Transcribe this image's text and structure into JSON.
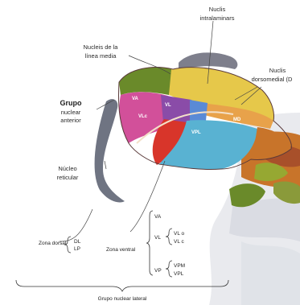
{
  "labels": {
    "nuclis_intralaminars": [
      "Nuclis",
      "intralaminars"
    ],
    "nucli_linia_media": [
      "Nucleis de la",
      "línea media"
    ],
    "nuclis_dorsomedial": [
      "Nuclis",
      "dorsomedial (D"
    ],
    "grupo_nuclear_anterior": [
      "Grupo",
      "nuclear",
      "anterior"
    ],
    "nucleo_reticular": [
      "Núcleo",
      "reticular"
    ],
    "zona_dorsal": "Zona dorsal",
    "zona_ventral": "Zona ventral",
    "dorsal_pair": [
      "DL",
      "LP"
    ],
    "ventral_groups": {
      "top": "VA",
      "middle": "VL",
      "middle_sub": [
        "VL o",
        "VL c"
      ],
      "bottom": "VP",
      "bottom_sub": [
        "VPM",
        "VPL"
      ]
    },
    "bottom_caption": "Grupo nuclear lateral"
  },
  "region_labels": {
    "va": "VA",
    "vl": "VL",
    "vlc": "VLc",
    "vpl": "VPL",
    "md": "MD"
  },
  "colors": {
    "green": "#6a8a2a",
    "yellow": "#e6c84a",
    "pink": "#d2509a",
    "purple": "#8a4ca8",
    "red": "#d8352a",
    "cyan": "#59b2d2",
    "blue": "#5a8ad6",
    "orange_brown": "#c8742a",
    "reticular": "#6f7482",
    "gray_cap": "#7e7f8c"
  }
}
